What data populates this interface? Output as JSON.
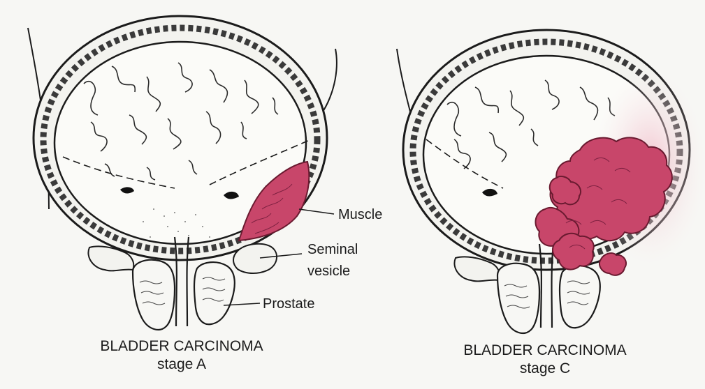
{
  "panels": [
    {
      "caption_title": "BLADDER CARCINOMA",
      "caption_stage": "stage A"
    },
    {
      "caption_title": "BLADDER CARCINOMA",
      "caption_stage": "stage C"
    }
  ],
  "labels": {
    "muscle": "Muscle",
    "seminal_vesicle_line1": "Seminal",
    "seminal_vesicle_line2": "vesicle",
    "prostate": "Prostate"
  },
  "colors": {
    "background": "#f7f7f4",
    "ink": "#1b1b1b",
    "tumor": "#c8466a",
    "tumor_fade": "#f0c6cf"
  }
}
